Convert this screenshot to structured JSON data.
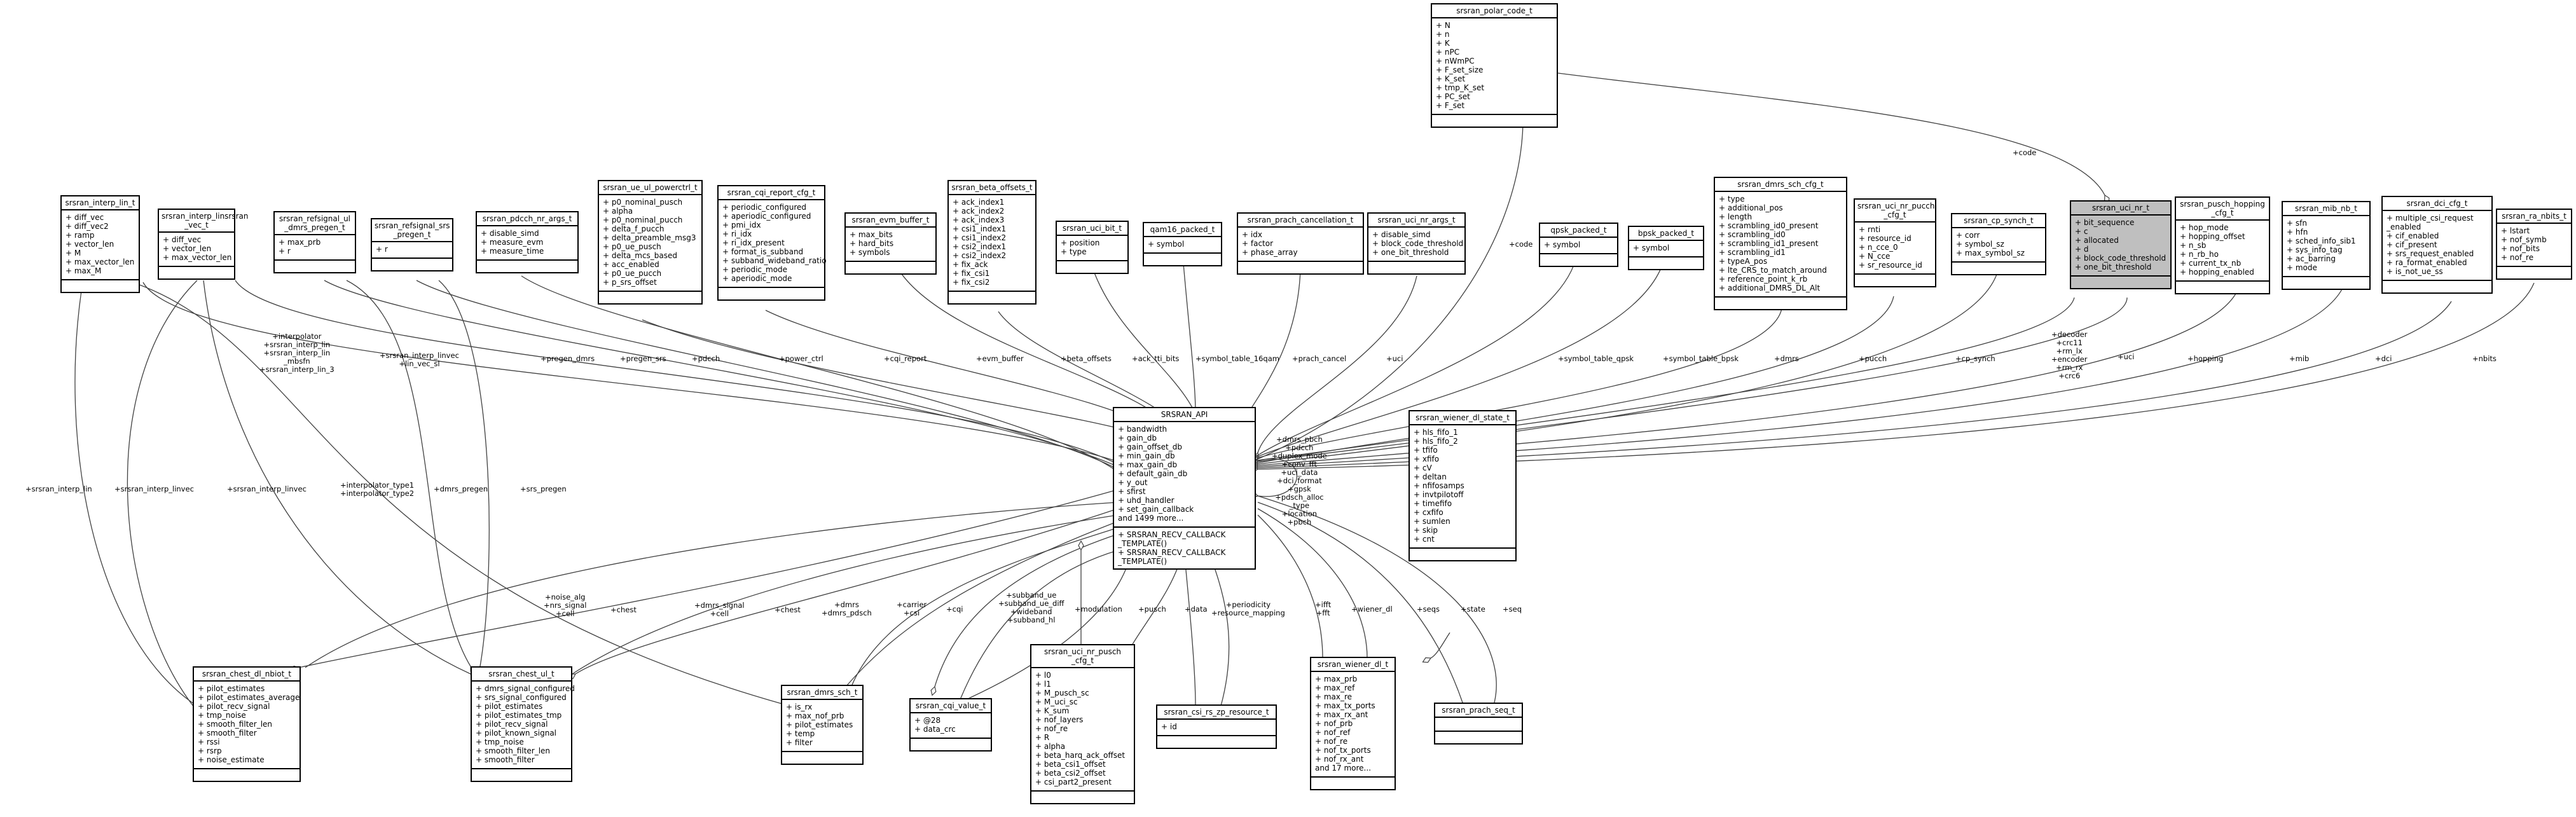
{
  "nodes": [
    {
      "id": "polar",
      "title": "srsran_polar_code_t",
      "attrs": [
        "+ N",
        "+ n",
        "+ K",
        "+ nPC",
        "+ nWmPC",
        "+ F_set_size",
        "+ K_set",
        "+ tmp_K_set",
        "+ PC_set",
        "+ F_set"
      ],
      "ops": []
    },
    {
      "id": "uci_nr",
      "title": "srsran_uci_nr_t",
      "focus": true,
      "attrs": [
        "+ bit_sequence",
        "+ c",
        "+ allocated",
        "+ d",
        "+ block_code_threshold",
        "+ one_bit_threshold"
      ],
      "ops": []
    },
    {
      "id": "interp_lin",
      "title": "srsran_interp_lin_t",
      "attrs": [
        "+ diff_vec",
        "+ diff_vec2",
        "+ ramp",
        "+ vector_len",
        "+ M",
        "+ max_vector_len",
        "+ max_M"
      ],
      "ops": []
    },
    {
      "id": "interp_linsrsran",
      "title": "srsran_interp_linsrsran\n_vec_t",
      "attrs": [
        "+ diff_vec",
        "+ vector_len",
        "+ max_vector_len"
      ],
      "ops": []
    },
    {
      "id": "refsignal_ul",
      "title": "srsran_refsignal_ul\n_dmrs_pregen_t",
      "attrs": [
        "+ max_prb",
        "+ r"
      ],
      "ops": []
    },
    {
      "id": "refsignal_srs",
      "title": "srsran_refsignal_srs\n_pregen_t",
      "attrs": [
        "+ r"
      ],
      "ops": []
    },
    {
      "id": "pdcch_nr",
      "title": "srsran_pdcch_nr_args_t",
      "attrs": [
        "+ disable_simd",
        "+ measure_evm",
        "+ measure_time"
      ],
      "ops": []
    },
    {
      "id": "ue_ul_power",
      "title": "srsran_ue_ul_powerctrl_t",
      "attrs": [
        "+ p0_nominal_pusch",
        "+ alpha",
        "+ p0_nominal_pucch",
        "+ delta_f_pucch",
        "+ delta_preamble_msg3",
        "+ p0_ue_pusch",
        "+ delta_mcs_based",
        "+ acc_enabled",
        "+ p0_ue_pucch",
        "+ p_srs_offset"
      ],
      "ops": []
    },
    {
      "id": "cqi_report",
      "title": "srsran_cqi_report_cfg_t",
      "attrs": [
        "+ periodic_configured",
        "+ aperiodic_configured",
        "+ pmi_idx",
        "+ ri_idx",
        "+ ri_idx_present",
        "+ format_is_subband",
        "+ subband_wideband_ratio",
        "+ periodic_mode",
        "+ aperiodic_mode"
      ],
      "ops": []
    },
    {
      "id": "evm_buffer",
      "title": "srsran_evm_buffer_t",
      "attrs": [
        "+ max_bits",
        "+ hard_bits",
        "+ symbols"
      ],
      "ops": []
    },
    {
      "id": "beta_offsets",
      "title": "srsran_beta_offsets_t",
      "attrs": [
        "+ ack_index1",
        "+ ack_index2",
        "+ ack_index3",
        "+ csi1_index1",
        "+ csi1_index2",
        "+ csi2_index1",
        "+ csi2_index2",
        "+ fix_ack",
        "+ fix_csi1",
        "+ fix_csi2"
      ],
      "ops": []
    },
    {
      "id": "uci_bit",
      "title": "srsran_uci_bit_t",
      "attrs": [
        "+ position",
        "+ type"
      ],
      "ops": []
    },
    {
      "id": "qam16",
      "title": "qam16_packed_t",
      "attrs": [
        "+ symbol"
      ],
      "ops": []
    },
    {
      "id": "prach_cancel",
      "title": "srsran_prach_cancellation_t",
      "attrs": [
        "+ idx",
        "+ factor",
        "+ phase_array"
      ],
      "ops": []
    },
    {
      "id": "uci_nr_args",
      "title": "srsran_uci_nr_args_t",
      "attrs": [
        "+ disable_simd",
        "+ block_code_threshold",
        "+ one_bit_threshold"
      ],
      "ops": []
    },
    {
      "id": "qpsk",
      "title": "qpsk_packed_t",
      "attrs": [
        "+ symbol"
      ],
      "ops": []
    },
    {
      "id": "bpsk",
      "title": "bpsk_packed_t",
      "attrs": [
        "+ symbol"
      ],
      "ops": []
    },
    {
      "id": "dmrs_sch_cfg",
      "title": "srsran_dmrs_sch_cfg_t",
      "attrs": [
        "+ type",
        "+ additional_pos",
        "+ length",
        "+ scrambling_id0_present",
        "+ scrambling_id0",
        "+ scrambling_id1_present",
        "+ scrambling_id1",
        "+ typeA_pos",
        "+ lte_CRS_to_match_around",
        "+ reference_point_k_rb",
        "+ additional_DMRS_DL_Alt"
      ],
      "ops": []
    },
    {
      "id": "uci_nr_pucch",
      "title": "srsran_uci_nr_pucch\n_cfg_t",
      "attrs": [
        "+ rnti",
        "+ resource_id",
        "+ n_cce_0",
        "+ N_cce",
        "+ sr_resource_id"
      ],
      "ops": []
    },
    {
      "id": "cp_synch",
      "title": "srsran_cp_synch_t",
      "attrs": [
        "+ corr",
        "+ symbol_sz",
        "+ max_symbol_sz"
      ],
      "ops": []
    },
    {
      "id": "pusch_hop",
      "title": "srsran_pusch_hopping\n_cfg_t",
      "attrs": [
        "+ hop_mode",
        "+ hopping_offset",
        "+ n_sb",
        "+ n_rb_ho",
        "+ current_tx_nb",
        "+ hopping_enabled"
      ],
      "ops": []
    },
    {
      "id": "mib_nb",
      "title": "srsran_mib_nb_t",
      "attrs": [
        "+ sfn",
        "+ hfn",
        "+ sched_info_sib1",
        "+ sys_info_tag",
        "+ ac_barring",
        "+ mode"
      ],
      "ops": []
    },
    {
      "id": "dci_cfg",
      "title": "srsran_dci_cfg_t",
      "attrs": [
        "+ multiple_csi_request\n_enabled",
        "+ cif_enabled",
        "+ cif_present",
        "+ srs_request_enabled",
        "+ ra_format_enabled",
        "+ is_not_ue_ss"
      ],
      "ops": []
    },
    {
      "id": "ra_nbits",
      "title": "srsran_ra_nbits_t",
      "attrs": [
        "+ lstart",
        "+ nof_symb",
        "+ nof_bits",
        "+ nof_re"
      ],
      "ops": []
    },
    {
      "id": "api",
      "title": "SRSRAN_API",
      "attrs": [
        "+ bandwidth",
        "+ gain_db",
        "+ gain_offset_db",
        "+ min_gain_db",
        "+ max_gain_db",
        "+ default_gain_db",
        "+ y_out",
        "+ sfirst",
        "+ uhd_handler",
        "+ set_gain_callback",
        "and 1499 more..."
      ],
      "ops": [
        "+ SRSRAN_RECV_CALLBACK\n_TEMPLATE()",
        "+ SRSRAN_RECV_CALLBACK\n_TEMPLATE()"
      ]
    },
    {
      "id": "wiener_state",
      "title": "srsran_wiener_dl_state_t",
      "attrs": [
        "+ hls_fifo_1",
        "+ hls_fifo_2",
        "+ tfifo",
        "+ xfifo",
        "+ cV",
        "+ deltan",
        "+ nfifosamps",
        "+ invtpilotoff",
        "+ timefifo",
        "+ cxfifo",
        "+ sumlen",
        "+ skip",
        "+ cnt"
      ],
      "ops": []
    },
    {
      "id": "chest_dl_nbiot",
      "title": "srsran_chest_dl_nbiot_t",
      "attrs": [
        "+ pilot_estimates",
        "+ pilot_estimates_average",
        "+ pilot_recv_signal",
        "+ tmp_noise",
        "+ smooth_filter_len",
        "+ smooth_filter",
        "+ rssi",
        "+ rsrp",
        "+ noise_estimate"
      ],
      "ops": []
    },
    {
      "id": "chest_ul",
      "title": "srsran_chest_ul_t",
      "attrs": [
        "+ dmrs_signal_configured",
        "+ srs_signal_configured",
        "+ pilot_estimates",
        "+ pilot_estimates_tmp",
        "+ pilot_recv_signal",
        "+ pilot_known_signal",
        "+ tmp_noise",
        "+ smooth_filter_len",
        "+ smooth_filter"
      ],
      "ops": []
    },
    {
      "id": "dmrs_sch",
      "title": "srsran_dmrs_sch_t",
      "attrs": [
        "+ is_rx",
        "+ max_nof_prb",
        "+ pilot_estimates",
        "+ temp",
        "+ filter"
      ],
      "ops": []
    },
    {
      "id": "cqi_value",
      "title": "srsran_cqi_value_t",
      "attrs": [
        "+ @28",
        "+ data_crc"
      ],
      "ops": []
    },
    {
      "id": "uci_nr_pusch",
      "title": "srsran_uci_nr_pusch\n_cfg_t",
      "attrs": [
        "+ l0",
        "+ l1",
        "+ M_pusch_sc",
        "+ M_uci_sc",
        "+ K_sum",
        "+ nof_layers",
        "+ nof_re",
        "+ R",
        "+ alpha",
        "+ beta_harq_ack_offset",
        "+ beta_csi1_offset",
        "+ beta_csi2_offset",
        "+ csi_part2_present"
      ],
      "ops": []
    },
    {
      "id": "csi_rs_zp",
      "title": "srsran_csi_rs_zp_resource_t",
      "attrs": [
        "+ id"
      ],
      "ops": []
    },
    {
      "id": "wiener_dl",
      "title": "srsran_wiener_dl_t",
      "attrs": [
        "+ max_prb",
        "+ max_ref",
        "+ max_re",
        "+ max_tx_ports",
        "+ max_rx_ant",
        "+ nof_prb",
        "+ nof_ref",
        "+ nof_re",
        "+ nof_tx_ports",
        "+ nof_rx_ant",
        "and 17 more..."
      ],
      "ops": []
    },
    {
      "id": "prach_seq",
      "title": "srsran_prach_seq_t",
      "attrs": [],
      "ops": []
    }
  ],
  "edge_labels": [
    {
      "id": "e_code_uci",
      "text": "+code"
    },
    {
      "id": "e_code_api",
      "text": "+code"
    },
    {
      "id": "e_uci_decoder",
      "text": "+decoder\n+crc11\n+rm_lx\n+encoder\n+rm_rx\n+crc6"
    },
    {
      "id": "e_uci",
      "text": "+uci"
    },
    {
      "id": "e_interp",
      "text": "+interpolator\n+srsran_interp_lin\n+srsran_interp_lin\n_mbsfn\n+srsran_interp_lin_3"
    },
    {
      "id": "e_interp_linvec",
      "text": "+srsran_interp_linvec\n+lin_vec_sl"
    },
    {
      "id": "e_pregen_dmrs",
      "text": "+pregen_dmrs"
    },
    {
      "id": "e_pregen_srs",
      "text": "+pregen_srs"
    },
    {
      "id": "e_pdcch",
      "text": "+pdcch"
    },
    {
      "id": "e_power",
      "text": "+power_ctrl"
    },
    {
      "id": "e_cqi_report",
      "text": "+cqi_report"
    },
    {
      "id": "e_evm",
      "text": "+evm_buffer"
    },
    {
      "id": "e_beta",
      "text": "+beta_offsets"
    },
    {
      "id": "e_ack",
      "text": "+ack_tti_bits"
    },
    {
      "id": "e_16qam",
      "text": "+symbol_table_16qam"
    },
    {
      "id": "e_prach_cancel",
      "text": "+prach_cancel"
    },
    {
      "id": "e_uci2",
      "text": "+uci"
    },
    {
      "id": "e_qpsk",
      "text": "+symbol_table_qpsk"
    },
    {
      "id": "e_bpsk",
      "text": "+symbol_table_bpsk"
    },
    {
      "id": "e_dmrs",
      "text": "+dmrs"
    },
    {
      "id": "e_pucch",
      "text": "+pucch"
    },
    {
      "id": "e_cp_synch",
      "text": "+cp_synch"
    },
    {
      "id": "e_hopping",
      "text": "+hopping"
    },
    {
      "id": "e_mib",
      "text": "+mib"
    },
    {
      "id": "e_dci",
      "text": "+dci"
    },
    {
      "id": "e_nbits",
      "text": "+nbits"
    },
    {
      "id": "e_self",
      "text": "+dmrs_pbch\n+pdcch\n+duplex_mode\n+conv_fft\n+uci_data\n+dci_format\n+gpsk\n+pdsch_alloc\n_type\n+location\n+pbch"
    },
    {
      "id": "e_interp_lin_l",
      "text": "+srsran_interp_lin"
    },
    {
      "id": "e_interp_linvec_l",
      "text": "+srsran_interp_linvec"
    },
    {
      "id": "e_interp_linvec_l2",
      "text": "+srsran_interp_linvec"
    },
    {
      "id": "e_interp_type",
      "text": "+interpolator_type1\n+interpolator_type2"
    },
    {
      "id": "e_dmrs_pregen",
      "text": "+dmrs_pregen"
    },
    {
      "id": "e_srs_pregen",
      "text": "+srs_pregen"
    },
    {
      "id": "e_noise_alg",
      "text": "+noise_alg\n+nrs_signal\n+cell"
    },
    {
      "id": "e_chest1",
      "text": "+chest"
    },
    {
      "id": "e_dmrs_signal",
      "text": "+dmrs_signal\n+cell"
    },
    {
      "id": "e_chest2",
      "text": "+chest"
    },
    {
      "id": "e_dmrs_pdsch",
      "text": "+dmrs\n+dmrs_pdsch"
    },
    {
      "id": "e_carrier",
      "text": "+carrier\n+csi"
    },
    {
      "id": "e_cqi",
      "text": "+cqi"
    },
    {
      "id": "e_subband",
      "text": "+subband_ue\n+subband_ue_diff\n+wideband\n+subband_hl"
    },
    {
      "id": "e_modulation",
      "text": "+modulation"
    },
    {
      "id": "e_pusch",
      "text": "+pusch"
    },
    {
      "id": "e_data",
      "text": "+data"
    },
    {
      "id": "e_periodicity",
      "text": "+periodicity\n+resource_mapping"
    },
    {
      "id": "e_ifft",
      "text": "+ifft\n+fft"
    },
    {
      "id": "e_wiener",
      "text": "+wiener_dl"
    },
    {
      "id": "e_seqs",
      "text": "+seqs"
    },
    {
      "id": "e_state",
      "text": "+state"
    },
    {
      "id": "e_seq",
      "text": "+seq"
    }
  ]
}
